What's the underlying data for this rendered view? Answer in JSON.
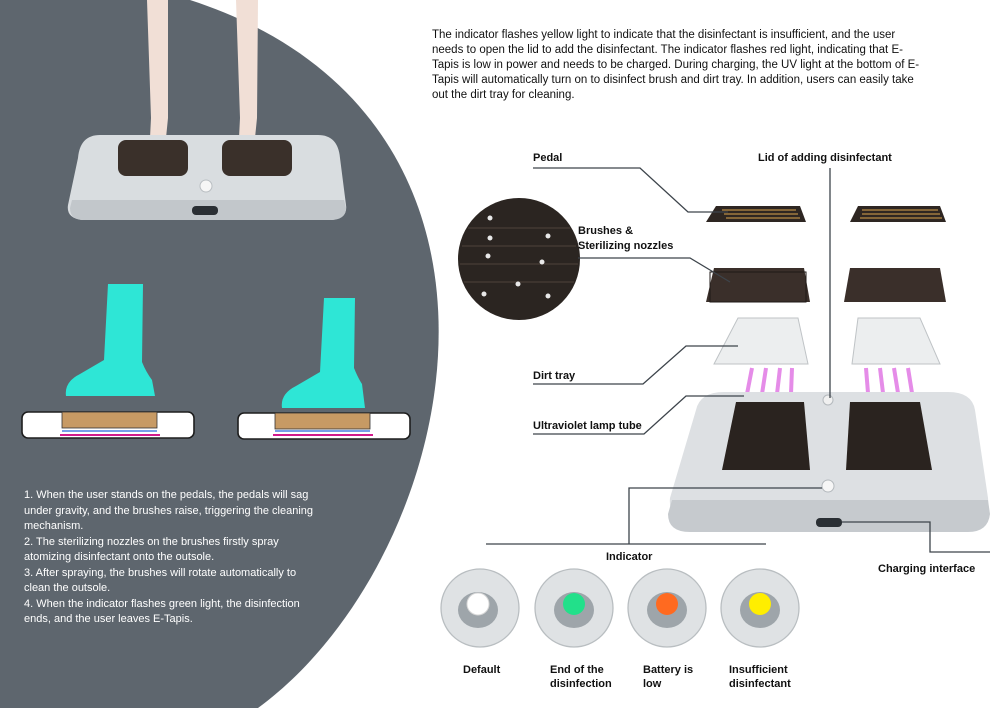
{
  "description": "The indicator flashes yellow light to indicate that the disinfectant is insufficient, and the user needs to open the lid to add the disinfectant. The indicator flashes red light, indicating that E-Tapis is low in power and needs to be charged. During charging, the UV light at the bottom of E-Tapis will automatically turn on to disinfect brush and dirt tray. In addition, users can easily take out the dirt tray for cleaning.",
  "steps": [
    "1. When the user stands on the pedals, the pedals will sag under gravity, and the brushes raise, triggering the cleaning mechanism.",
    "2. The sterilizing nozzles on the brushes firstly spray atomizing disinfectant onto the outsole.",
    "3. After spraying, the brushes will rotate automatically to clean the outsole.",
    "4. When the indicator flashes green light, the disinfection ends, and the user leaves E-Tapis."
  ],
  "labels": {
    "pedal": "Pedal",
    "lid": "Lid of adding disinfectant",
    "brushes_line1": "Brushes &",
    "brushes_line2": "Sterilizing nozzles",
    "dirt_tray": "Dirt tray",
    "uv_lamp": "Ultraviolet lamp tube",
    "indicator": "Indicator",
    "charging": "Charging interface"
  },
  "indicators": [
    {
      "line1": "Default",
      "line2": "",
      "color": "#ffffff"
    },
    {
      "line1": "End of the",
      "line2": "disinfection",
      "color": "#22e08a"
    },
    {
      "line1": "Battery is",
      "line2": "low",
      "color": "#ff6a20"
    },
    {
      "line1": "Insufficient",
      "line2": "disinfectant",
      "color": "#ffee00"
    }
  ],
  "colors": {
    "panel": "#5e666e",
    "foot": "#2ee6d6",
    "brush_dark": "#2e2622",
    "uv": "#e58ce8",
    "line": "#3d444b"
  }
}
